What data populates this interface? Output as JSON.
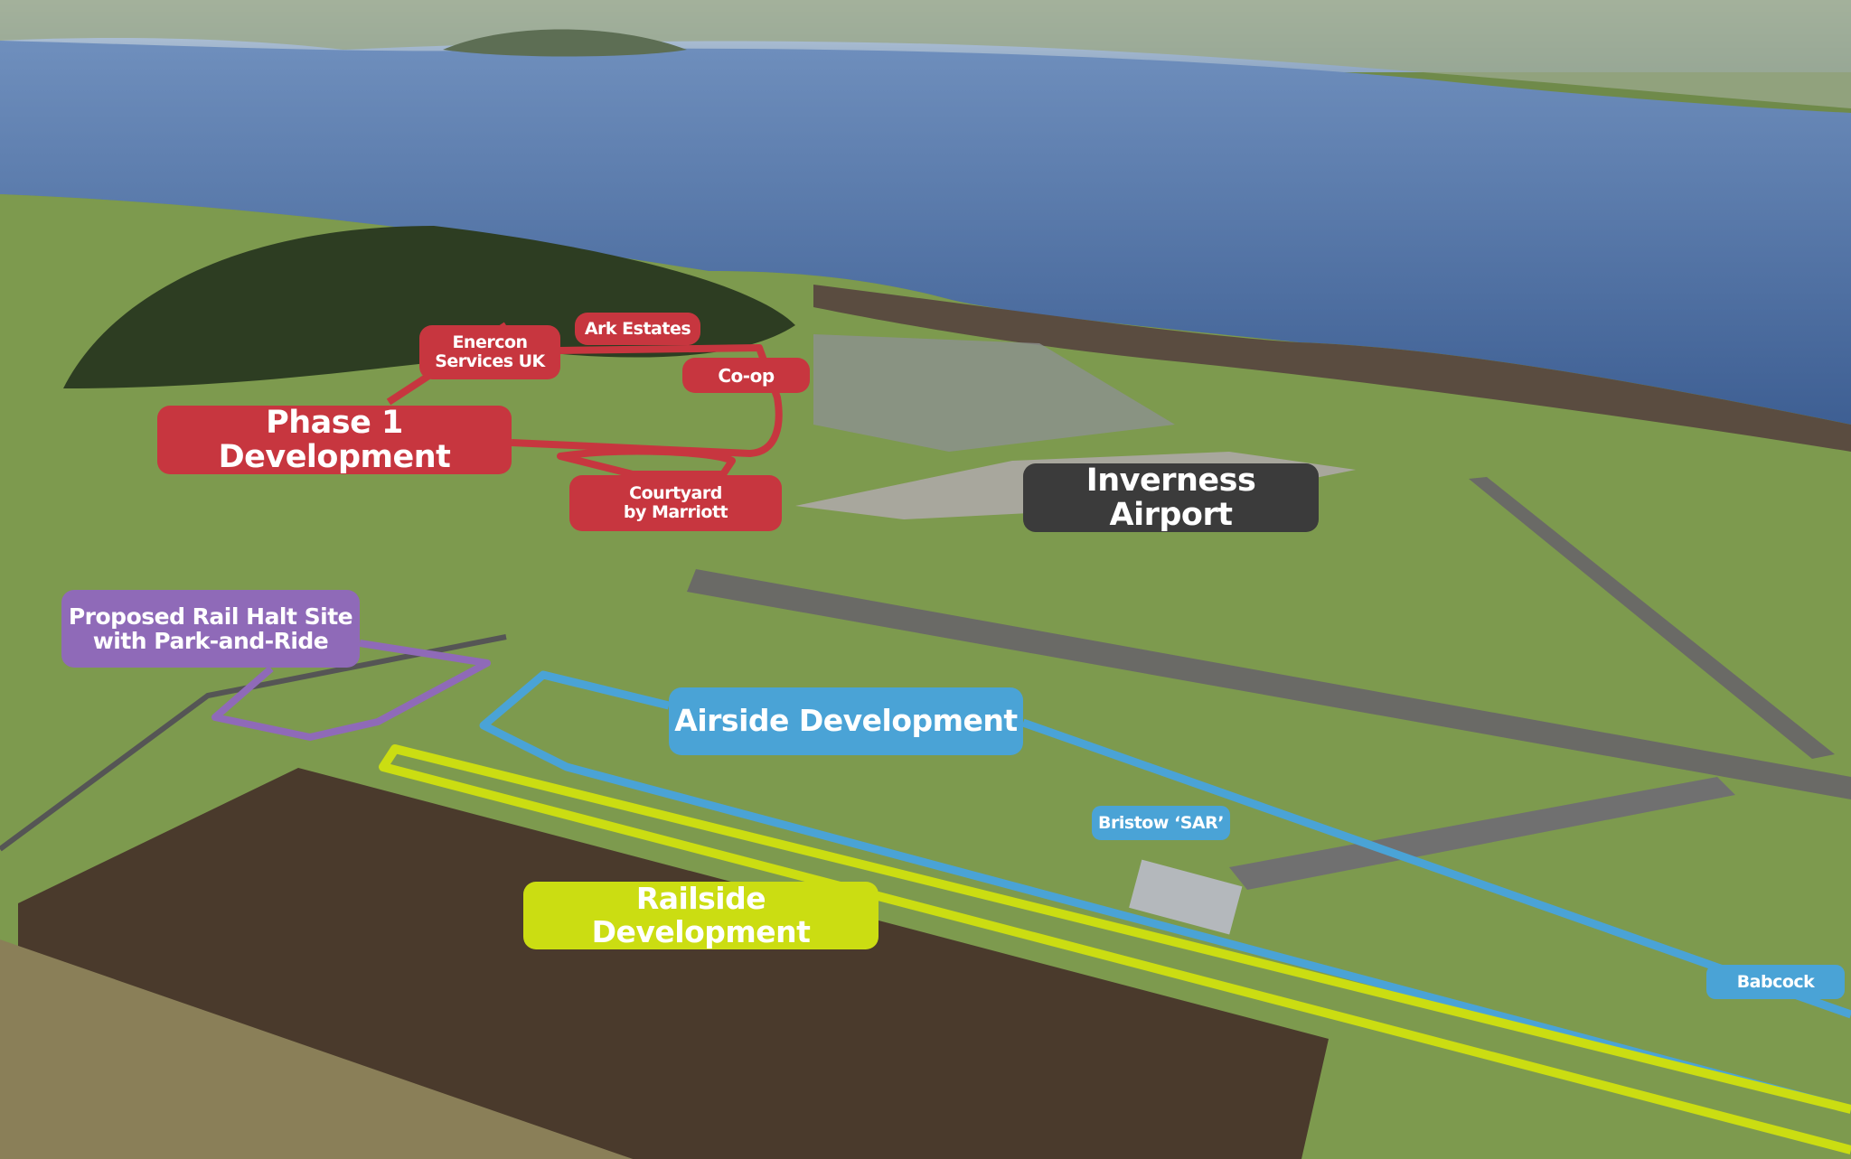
{
  "labels": {
    "phase1": "Phase 1 Development",
    "enercon": "Enercon\nServices UK",
    "ark": "Ark Estates",
    "coop": "Co-op",
    "courtyard": "Courtyard\nby Marriott",
    "airport": "Inverness Airport",
    "rail_halt": "Proposed Rail Halt Site\nwith Park-and-Ride",
    "airside": "Airside Development",
    "bristow": "Bristow ‘SAR’",
    "babcock": "Babcock",
    "railside": "Railside Development"
  },
  "colors": {
    "phase1": "#c7363f",
    "airside": "#4aa3d6",
    "railside": "#cbdd12",
    "rail_halt": "#8f6ab8",
    "airport": "#3b3b3b"
  }
}
